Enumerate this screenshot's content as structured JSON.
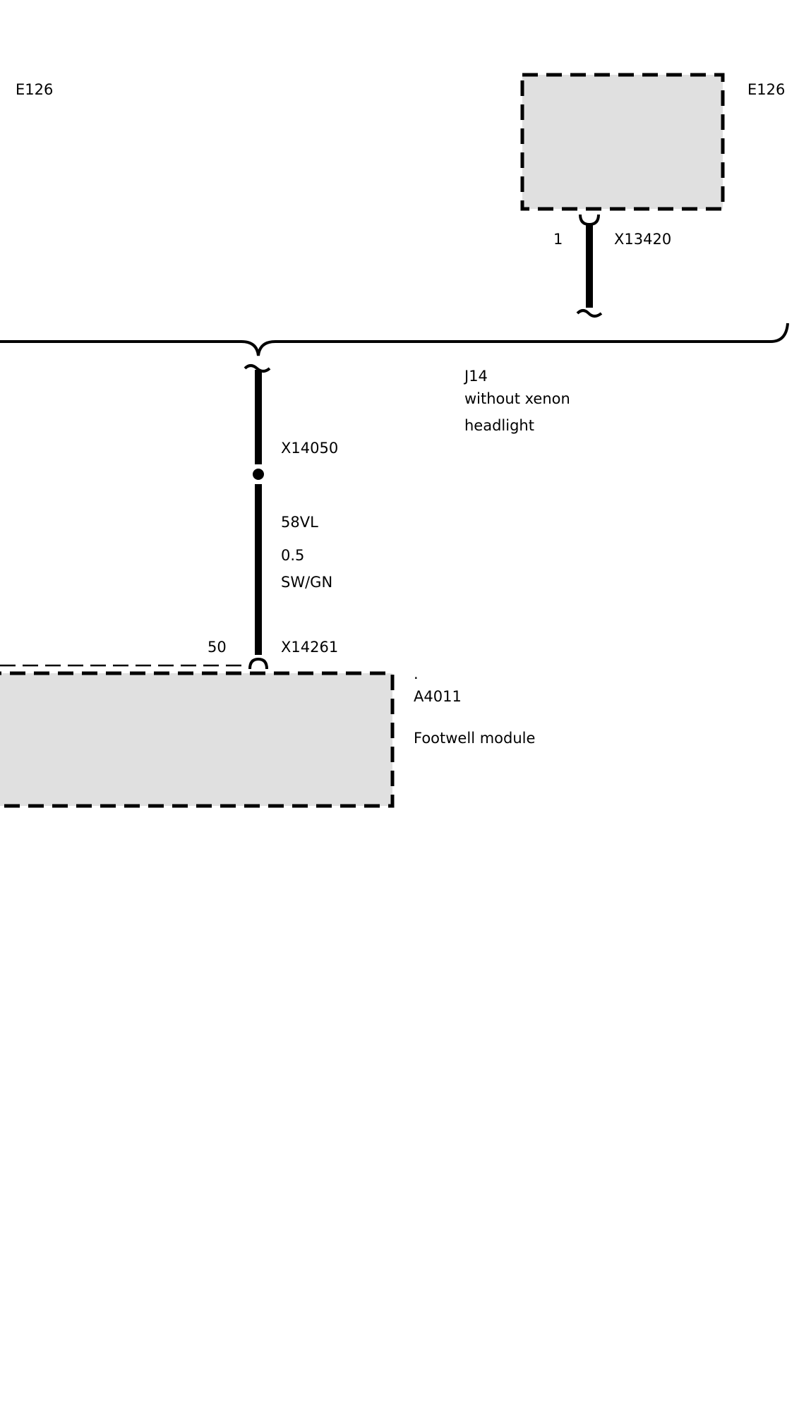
{
  "component_top_right": {
    "label_left": "E126",
    "label_right": "E126",
    "pin": "1",
    "connector": "X13420"
  },
  "junction": {
    "id": "J14",
    "condition_line1": "without xenon",
    "condition_line2": "headlight"
  },
  "wire": {
    "splice_connector": "X14050",
    "signal": "58VL",
    "cross_section": "0.5",
    "color_code": "SW/GN"
  },
  "footwell_module": {
    "pin": "50",
    "connector": "X14261",
    "marker": ".",
    "id": "A4011",
    "name": "Footwell module"
  },
  "colors": {
    "box_fill": "#e0e0e0",
    "line": "#000000",
    "background": "#ffffff"
  }
}
